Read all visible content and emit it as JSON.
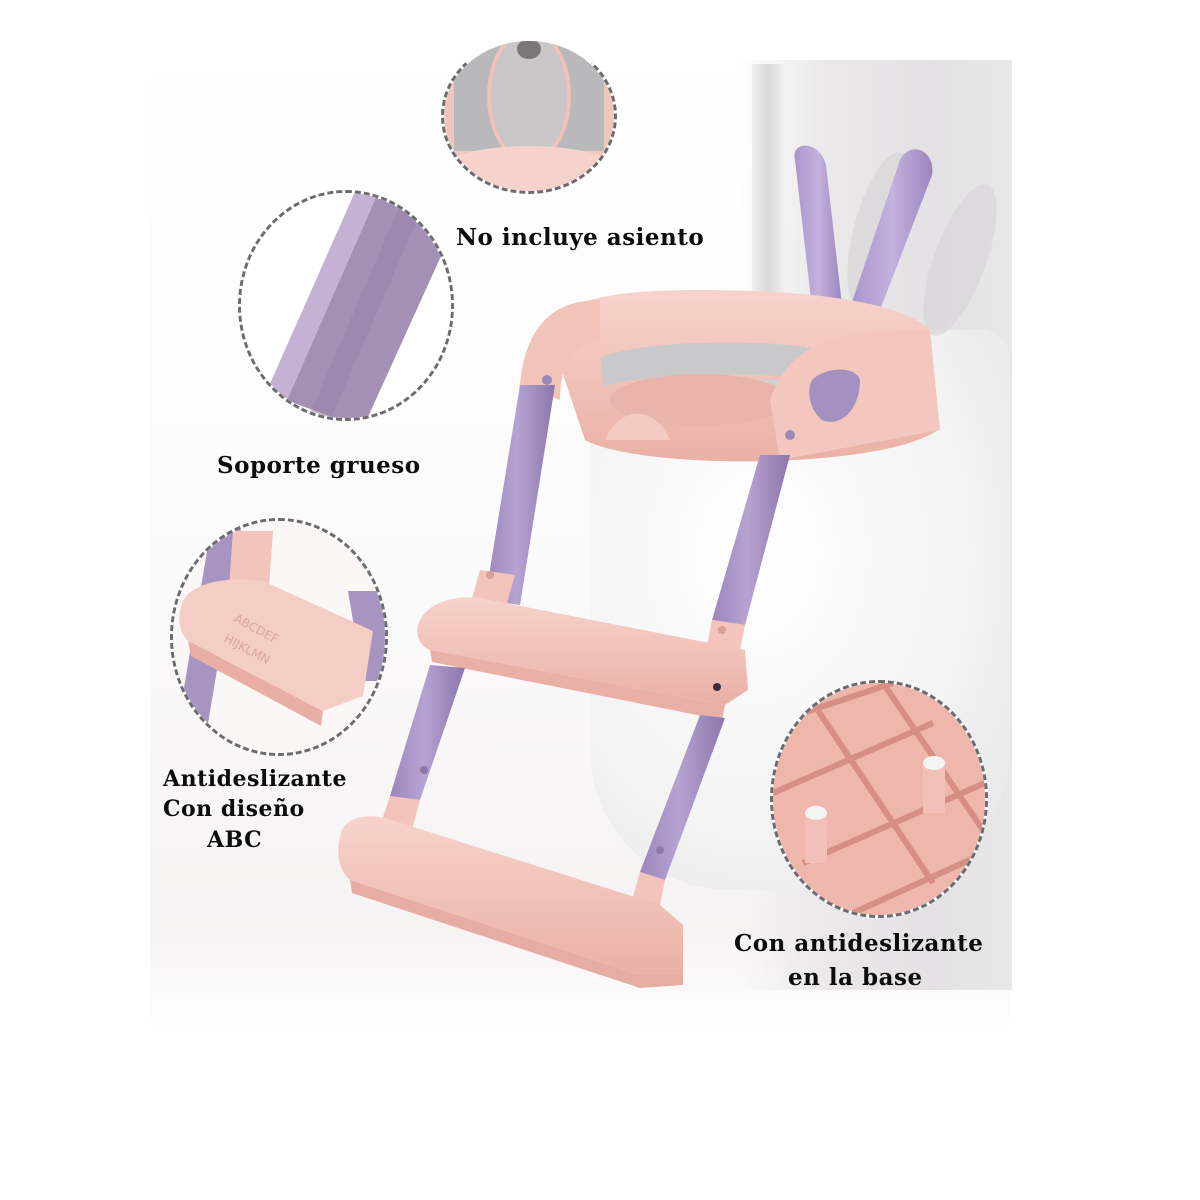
{
  "product": {
    "name": "potty-training-step-ladder",
    "colors": {
      "pink": "#f2c4bb",
      "pink_dark": "#e7aea3",
      "purple": "#a892c4",
      "purple_dark": "#8d77aa",
      "seat_grey": "#c7c7ca",
      "dashed_border": "#6c6c70",
      "text": "#0c0c0c",
      "background": "#ffffff"
    }
  },
  "callouts": [
    {
      "id": "seat",
      "label_lines": [
        "No incluye asiento"
      ]
    },
    {
      "id": "support",
      "label_lines": [
        "Soporte grueso"
      ]
    },
    {
      "id": "steps",
      "label_lines": [
        "Antideslizante",
        "Con diseño",
        "ABC"
      ]
    },
    {
      "id": "base",
      "label_lines": [
        "Con antideslizante",
        "en la base"
      ]
    }
  ]
}
